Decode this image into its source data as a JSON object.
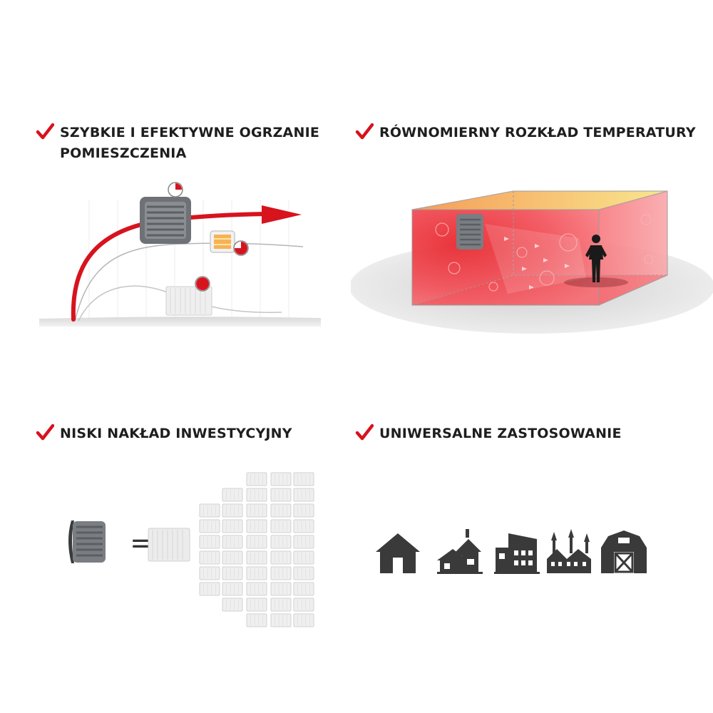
{
  "colors": {
    "accent": "#d7131e",
    "text": "#1e1e1e",
    "icon": "#3a3a3a",
    "heater_body": "#75787c",
    "radiator": "#ececec"
  },
  "features": [
    {
      "title_line1": "SZYBKIE I EFEKTYWNE OGRZANIE",
      "title_line2": "POMIESZCZENIA",
      "icon": "check-icon",
      "illustration": "heating-speed-curves-chart"
    },
    {
      "title_line1": "RÓWNOMIERNY ROZKŁAD TEMPERATURY",
      "icon": "check-icon",
      "illustration": "room-temperature-distribution"
    },
    {
      "title_line1": "NISKI NAKŁAD INWESTYCYJNY",
      "icon": "check-icon",
      "illustration": "heater-equals-many-radiators"
    },
    {
      "title_line1": "UNIWERSALNE ZASTOSOWANIE",
      "icon": "check-icon",
      "illustration": "building-types",
      "building_icons": [
        "house-icon",
        "villa-icon",
        "apartment-building-icon",
        "church-town-icon",
        "barn-icon"
      ]
    }
  ],
  "equals_sign": "="
}
